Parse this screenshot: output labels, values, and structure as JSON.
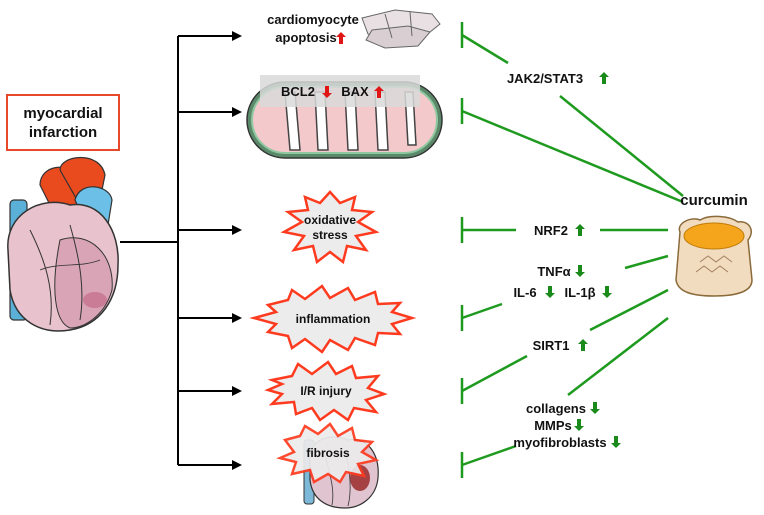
{
  "condition": {
    "line1": "myocardial",
    "line2": "infarction"
  },
  "outcomes": {
    "apoptosis": {
      "line1": "cardiomyocyte",
      "line2": "apoptosis"
    },
    "mitochondria": {
      "bcl2": "BCL2",
      "bax": "BAX"
    },
    "oxidative": {
      "line1": "oxidative",
      "line2": "stress"
    },
    "inflammation": {
      "label": "inflammation"
    },
    "ir_injury": {
      "label": "I/R injury"
    },
    "fibrosis": {
      "label": "fibrosis"
    }
  },
  "mediators": {
    "jak2": "JAK2/STAT3",
    "nrf2": "NRF2",
    "tnf": "TNFα",
    "il6": "IL-6",
    "il1": "IL-1β",
    "sirt1": "SIRT1",
    "collagens": "collagens",
    "mmps": "MMPs",
    "myofibroblasts": "myofibroblasts"
  },
  "agent": {
    "label": "curcumin"
  },
  "colors": {
    "inhibition": "#1e9a1e",
    "increase_arrow": "#1a8a1a",
    "red_arrow": "#e01515",
    "burst_stroke": "#ff3b1f",
    "box_border": "#e8482a"
  }
}
